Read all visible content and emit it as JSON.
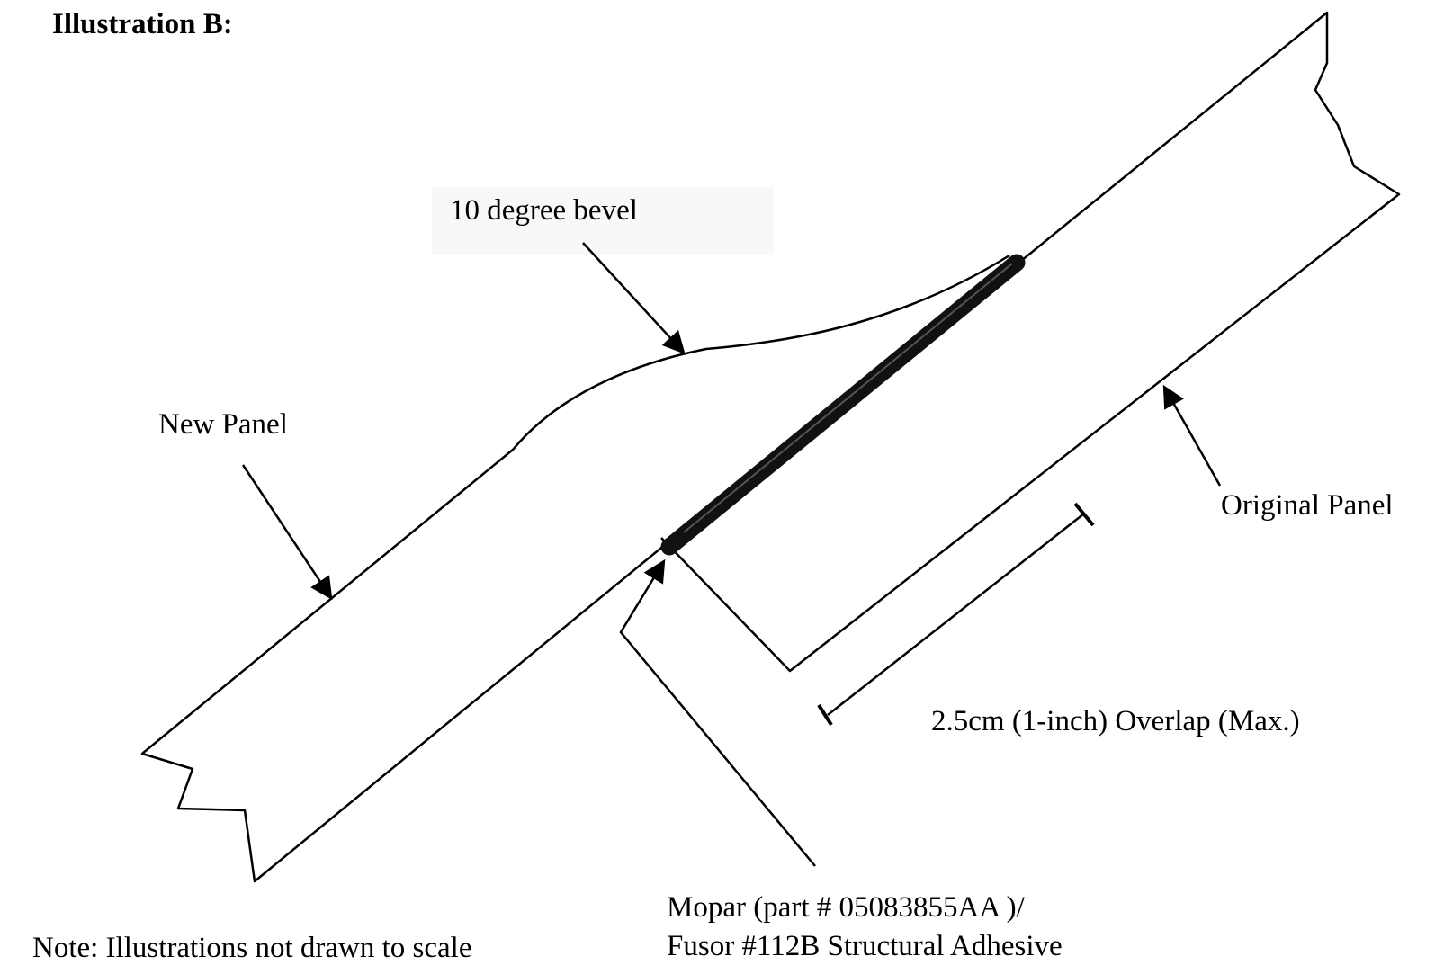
{
  "title": "Illustration B:",
  "labels": {
    "bevel": "10 degree bevel",
    "new_panel": "New Panel",
    "original_panel": "Original Panel",
    "overlap": "2.5cm (1-inch) Overlap (Max.)",
    "adhesive_line1": "Mopar (part # 05083855AA )/",
    "adhesive_line2": "Fusor #112B Structural Adhesive"
  },
  "note": "Note: Illustrations not drawn to scale",
  "colors": {
    "line": "#000000",
    "adhesive": "#111111",
    "background": "#ffffff"
  }
}
